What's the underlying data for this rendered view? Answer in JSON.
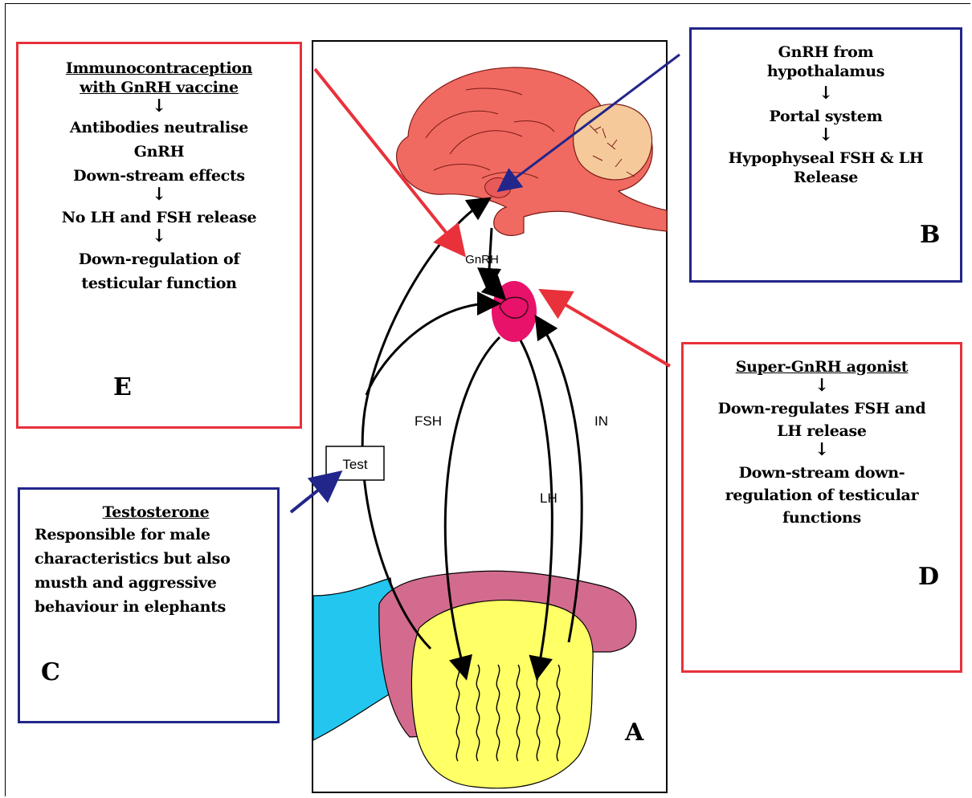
{
  "box_e": {
    "title_line1": "Immunocontraception",
    "title_line2": "with GnRH vaccine",
    "line1": "Antibodies neutralise",
    "line2": "GnRH",
    "line3": "Down-stream effects",
    "line4": "No LH and FSH release",
    "line5": "Down-regulation of",
    "line6": "testicular function",
    "letter": "E"
  },
  "box_b": {
    "line1": "GnRH from",
    "line2": "hypothalamus",
    "line3": "Portal system",
    "line4": "Hypophyseal FSH & LH",
    "line5": "Release",
    "letter": "B"
  },
  "box_d": {
    "title": "Super-GnRH agonist",
    "line1": "Down-regulates FSH and",
    "line2": "LH release",
    "line3": "Down-stream down-",
    "line4": "regulation of testicular",
    "line5": "functions",
    "letter": "D"
  },
  "box_c": {
    "title": "Testosterone",
    "line1": "Responsible for male",
    "line2": "characteristics but also",
    "line3": "musth and aggressive",
    "line4": "behaviour in elephants",
    "letter": "C"
  },
  "panel_a": {
    "letter": "A",
    "label_gnrh": "GnRH",
    "label_fsh": "FSH",
    "label_lh": "LH",
    "label_in": "IN",
    "label_test": "Test"
  },
  "arrow_glyph": "↓",
  "colors": {
    "red_border": "#e8313a",
    "blue_border": "#22268a",
    "brain": "#f06a62",
    "cerebellum": "#f6c99a",
    "pituitary": "#e8126a",
    "testis": "#ffff66",
    "epididymis": "#d36b8e",
    "duct": "#22c6ee"
  }
}
